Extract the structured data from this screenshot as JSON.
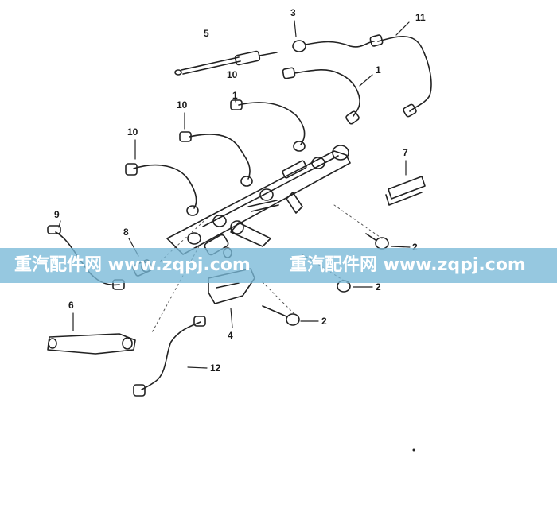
{
  "callouts": {
    "c1": "1",
    "c1b": "1",
    "c2a": "2",
    "c2b": "2",
    "c2c": "2",
    "c3": "3",
    "c4": "4",
    "c5": "5",
    "c6": "6",
    "c7": "7",
    "c8": "8",
    "c9": "9",
    "c10a": "10",
    "c10b": "10",
    "c10c": "10",
    "c11": "11",
    "c12": "12"
  },
  "watermark": {
    "text1": "重汽配件网 www.zqpj.com",
    "text2": "重汽配件网 www.zqpj.com"
  },
  "colors": {
    "line": "#222222",
    "banner": "#78b9d7"
  }
}
